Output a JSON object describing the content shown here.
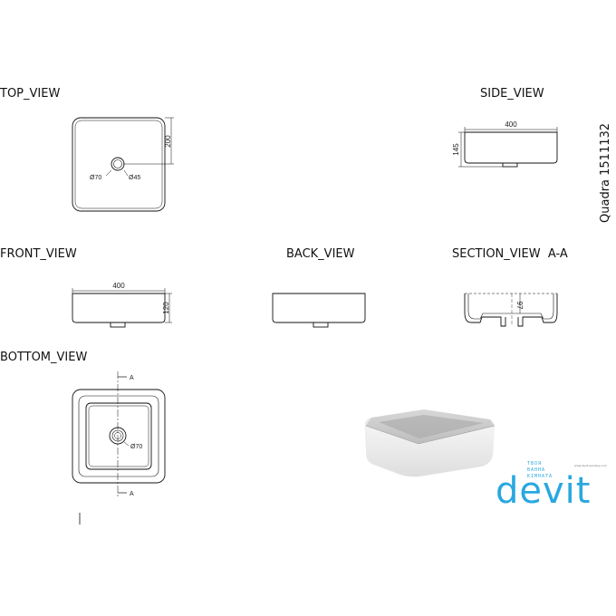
{
  "views": {
    "top": "TOP_VIEW",
    "side": "SIDE_VIEW",
    "front": "FRONT_VIEW",
    "back": "BACK_VIEW",
    "section": "SECTION_VIEW  A-A",
    "bottom": "BOTTOM_VIEW"
  },
  "product_label": "Quadra 1511132",
  "dimensions": {
    "top_depth": "200",
    "top_hole_outer": "Ø70",
    "top_hole_inner": "Ø45",
    "side_width": "400",
    "side_height": "145",
    "front_width": "400",
    "front_height": "120",
    "section_depth": "97",
    "bottom_hole": "Ø70",
    "section_mark_top": "A",
    "section_mark_bottom": "A"
  },
  "brand": {
    "logo_text": "devit",
    "tagline": [
      "ТВОЯ",
      "ВАННА",
      "КІМНАТА"
    ],
    "website": "www.devit-sanitary.com",
    "color": "#29a8e0"
  }
}
